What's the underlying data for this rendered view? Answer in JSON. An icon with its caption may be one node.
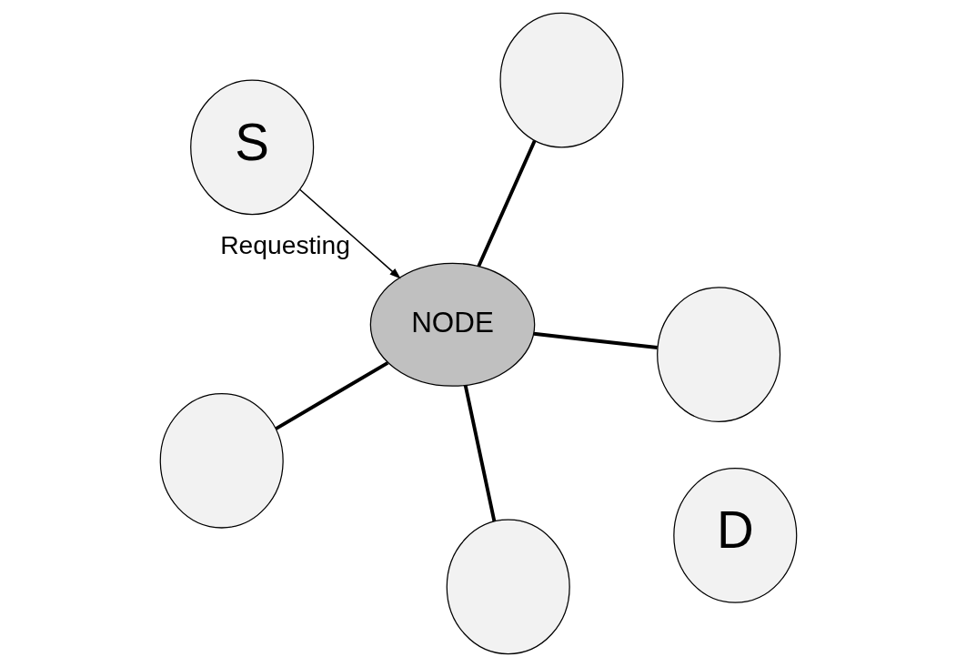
{
  "diagram": {
    "nodes": [
      {
        "text": [
          "S"
        ]
      },
      {
        "text": [],
        "shape": "circle"
      },
      {
        "text": [],
        "shape": "circle"
      },
      {
        "text": [
          "NODE"
        ]
      },
      {
        "text": [
          "D"
        ]
      },
      {
        "text": [],
        "shape": "circle"
      },
      {
        "text": [],
        "shape": "circle"
      }
    ],
    "edges": [
      {
        "from": 0,
        "to": 3,
        "arrow": "to",
        "label": "Requesting"
      },
      {
        "from": 3,
        "to": 1,
        "arrow": "none"
      },
      {
        "from": 3,
        "to": 2,
        "arrow": "none"
      },
      {
        "from": 3,
        "to": 5,
        "arrow": "none"
      },
      {
        "from": 3,
        "to": 6,
        "arrow": "none"
      }
    ]
  }
}
